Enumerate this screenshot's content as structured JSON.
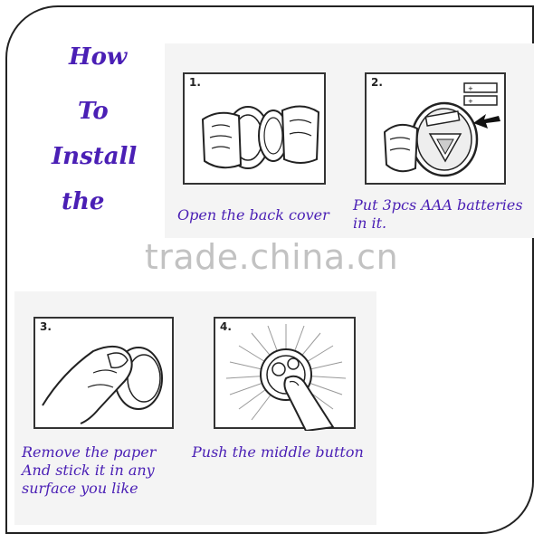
{
  "title": [
    "How",
    "To",
    "Install",
    "the"
  ],
  "steps": [
    {
      "number": "1.",
      "caption": "Open the back cover"
    },
    {
      "number": "2.",
      "caption": "Put 3pcs AAA batteries\nin it."
    },
    {
      "number": "3.",
      "caption": "Remove the paper\nAnd stick it in any\nsurface you like"
    },
    {
      "number": "4.",
      "caption": "Push the middle button"
    }
  ],
  "watermark": "trade.china.cn",
  "colors": {
    "title": "#4a1fb5",
    "caption": "#4a1fb5",
    "frame": "#222222",
    "panel": "#f4f4f4"
  }
}
